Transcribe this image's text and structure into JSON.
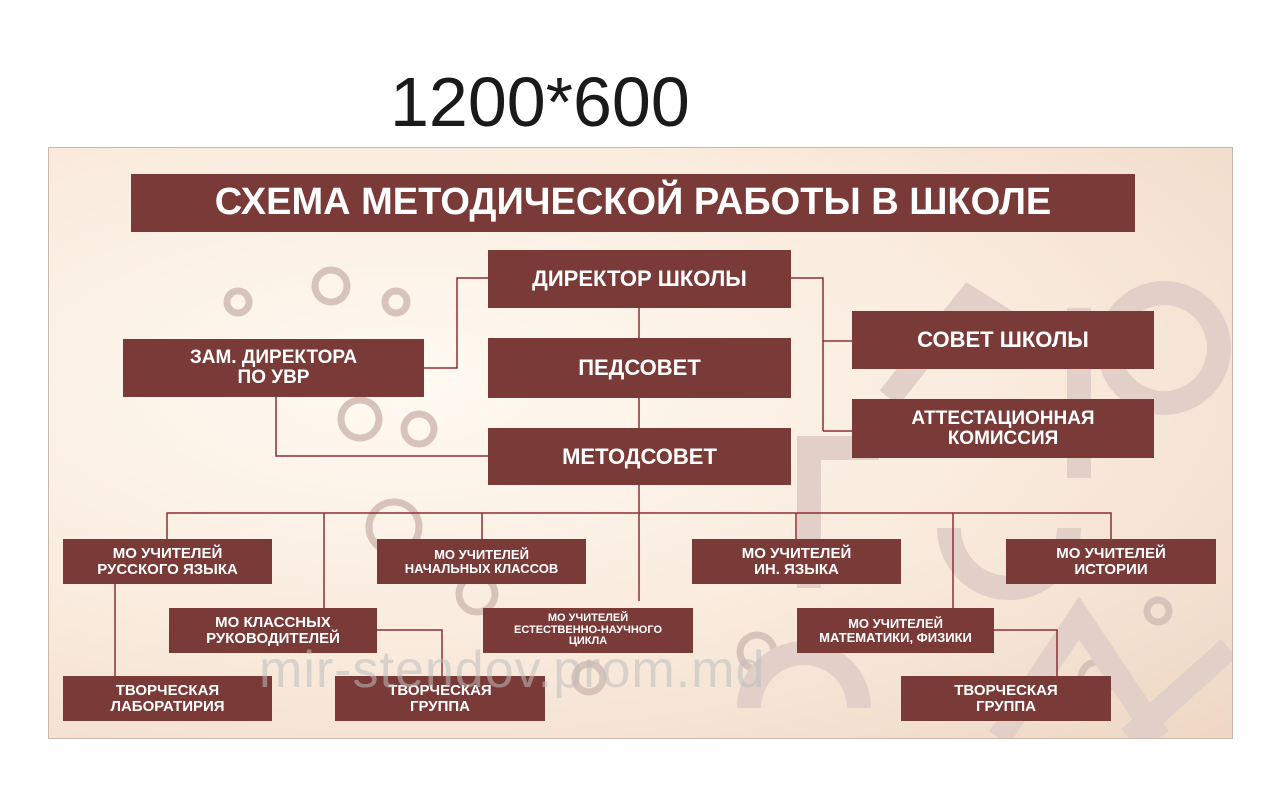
{
  "header": {
    "size_label": "1200*600"
  },
  "diagram": {
    "title": "СХЕМА МЕТОДИЧЕСКОЙ РАБОТЫ В ШКОЛЕ",
    "director": "ДИРЕКТОР ШКОЛЫ",
    "deputy": {
      "line1": "ЗАМ. ДИРЕКТОРА",
      "line2": "ПО УВР"
    },
    "pedsovet": "ПЕДСОВЕТ",
    "metodsovet": "МЕТОДСОВЕТ",
    "school_council": "СОВЕТ ШКОЛЫ",
    "attestation": {
      "line1": "АТТЕСТАЦИОННАЯ",
      "line2": "КОМИССИЯ"
    },
    "mo_russian": {
      "line1": "МО УЧИТЕЛЕЙ",
      "line2": "РУССКОГО ЯЗЫКА"
    },
    "mo_primary": {
      "line1": "МО УЧИТЕЛЕЙ",
      "line2": "НАЧАЛЬНЫХ КЛАССОВ"
    },
    "mo_foreign": {
      "line1": "МО УЧИТЕЛЕЙ",
      "line2": "ИН. ЯЗЫКА"
    },
    "mo_history": {
      "line1": "МО УЧИТЕЛЕЙ",
      "line2": "ИСТОРИИ"
    },
    "mo_class": {
      "line1": "МО КЛАССНЫХ",
      "line2": "РУКОВОДИТЕЛЕЙ"
    },
    "mo_science": {
      "line1": "МО УЧИТЕЛЕЙ",
      "line2": "ЕСТЕСТВЕННО-НАУЧНОГО",
      "line3": "ЦИКЛА"
    },
    "mo_math": {
      "line1": "МО УЧИТЕЛЕЙ",
      "line2": "МАТЕМАТИКИ, ФИЗИКИ"
    },
    "creative_lab": {
      "line1": "ТВОРЧЕСКАЯ",
      "line2": "ЛАБОРАТИРИЯ"
    },
    "creative_group_1": {
      "line1": "ТВОРЧЕСКАЯ",
      "line2": "ГРУППА"
    },
    "creative_group_2": {
      "line1": "ТВОРЧЕСКАЯ",
      "line2": "ГРУППА"
    }
  },
  "watermark": "mir-stendov.prom.md",
  "colors": {
    "box": "#7a3a37",
    "line": "#8e2f36",
    "background": "#f9eadc"
  }
}
